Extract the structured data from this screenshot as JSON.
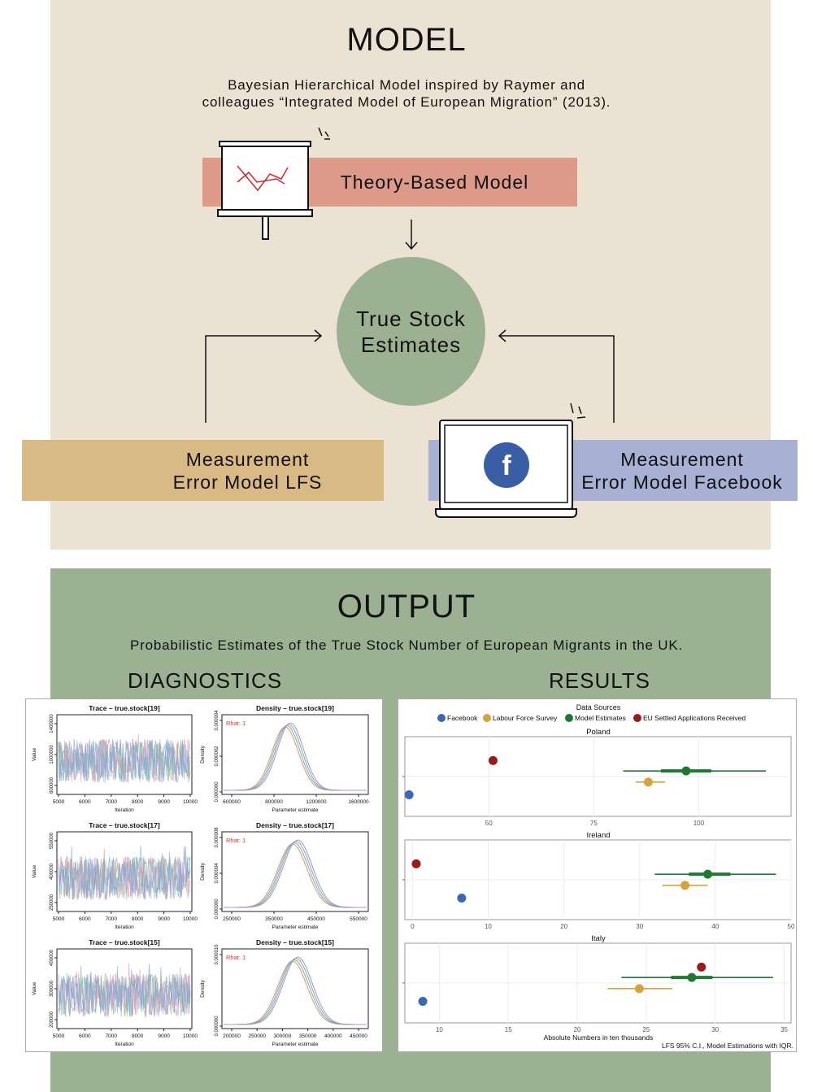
{
  "model": {
    "title": "MODEL",
    "subtitle_line1": "Bayesian Hierarchical Model inspired by Raymer and",
    "subtitle_line2": "colleagues “Integrated Model of European Migration” (2013).",
    "theory_label": "Theory-Based Model",
    "true_stock_line1": "True Stock",
    "true_stock_line2": "Estimates",
    "lfs_line1": "Measurement",
    "lfs_line2": "Error Model LFS",
    "fb_line1": "Measurement",
    "fb_line2": "Error Model Facebook",
    "facebook_glyph": "f",
    "colors": {
      "theory": "#dd9a88",
      "circle": "#9bb192",
      "lfs": "#d9ba85",
      "fb": "#a8b1d3",
      "fb_logo": "#3a5ea5"
    }
  },
  "output": {
    "title": "OUTPUT",
    "subtitle": "Probabilistic Estimates of the True Stock Number of European Migrants in the UK.",
    "diagnostics_label": "DIAGNOSTICS",
    "results_label": "RESULTS"
  },
  "diagnostics": {
    "rhat_label": "Rhat: 1",
    "iteration_label": "Iteration",
    "value_label": "Value",
    "density_label": "Density",
    "param_label": "Parameter estimate",
    "rows": [
      {
        "trace_title": "Trace – true.stock[19]",
        "density_title": "Density – true.stock[19]",
        "trace_yticks": [
          "600000",
          "1000000",
          "1400000"
        ],
        "trace_xticks": [
          "5000",
          "6000",
          "7000",
          "8000",
          "9000",
          "10000"
        ],
        "density_yticks": [
          "0.000000",
          "0.000002",
          "0.000004"
        ],
        "density_xticks": [
          "600000",
          "800000",
          "1200000",
          "1600000"
        ]
      },
      {
        "trace_title": "Trace – true.stock[17]",
        "density_title": "Density – true.stock[17]",
        "trace_yticks": [
          "250000",
          "400000",
          "550000"
        ],
        "trace_xticks": [
          "5000",
          "6000",
          "7000",
          "8000",
          "9000",
          "10000"
        ],
        "density_yticks": [
          "0.000000",
          "0.000004",
          "0.000008"
        ],
        "density_xticks": [
          "250000",
          "350000",
          "450000",
          "550000"
        ]
      },
      {
        "trace_title": "Trace – true.stock[15]",
        "density_title": "Density – true.stock[15]",
        "trace_yticks": [
          "200000",
          "300000",
          "400000"
        ],
        "trace_xticks": [
          "5000",
          "6000",
          "7000",
          "8000",
          "9000",
          "10000"
        ],
        "density_yticks": [
          "0.000000",
          "0.000010"
        ],
        "density_xticks": [
          "200000",
          "250000",
          "300000",
          "350000",
          "400000",
          "450000"
        ]
      }
    ]
  },
  "results": {
    "legend_title": "Data Sources",
    "footer_xlabel": "Absolute Numbers in ten thousands",
    "footer_note": "LFS 95% C.I., Model Estimations with IQR."
  },
  "chart_data": {
    "type": "scatter",
    "legend": [
      {
        "name": "Facebook",
        "color": "#3b67b5"
      },
      {
        "name": "Labour Force Survey",
        "color": "#d4a33c"
      },
      {
        "name": "Model Estimates",
        "color": "#1e7a33"
      },
      {
        "name": "EU Settled Applications Received",
        "color": "#9b1a1a"
      }
    ],
    "facets": [
      {
        "title": "Poland",
        "xlim": [
          30,
          122
        ],
        "xticks": [
          50,
          75,
          100
        ],
        "xtick_labels": [
          "50",
          "75",
          "100"
        ],
        "eu_settled": 51,
        "model": {
          "value": 97,
          "iqr": [
            91,
            103
          ],
          "range": [
            82,
            116
          ]
        },
        "lfs": {
          "value": 88,
          "ci": [
            85,
            92
          ]
        },
        "facebook": 31
      },
      {
        "title": "Ireland",
        "xlim": [
          -1,
          50
        ],
        "xticks": [
          0,
          10,
          20,
          30,
          40,
          50
        ],
        "xtick_labels": [
          "0",
          "10",
          "20",
          "30",
          "40",
          "50"
        ],
        "eu_settled": 0.5,
        "model": {
          "value": 39,
          "iqr": [
            36.5,
            42
          ],
          "range": [
            32,
            48
          ]
        },
        "lfs": {
          "value": 36,
          "ci": [
            33,
            39
          ]
        },
        "facebook": 6.5
      },
      {
        "title": "Italy",
        "xlim": [
          7.5,
          35.5
        ],
        "xticks": [
          10,
          15,
          20,
          25,
          30,
          35
        ],
        "xtick_labels": [
          "10",
          "15",
          "20",
          "25",
          "30",
          "35"
        ],
        "eu_settled": 29,
        "model": {
          "value": 28.3,
          "iqr": [
            26.8,
            29.8
          ],
          "range": [
            23.2,
            34.2
          ]
        },
        "lfs": {
          "value": 24.5,
          "ci": [
            22.2,
            26.9
          ]
        },
        "facebook": 8.8
      }
    ]
  }
}
